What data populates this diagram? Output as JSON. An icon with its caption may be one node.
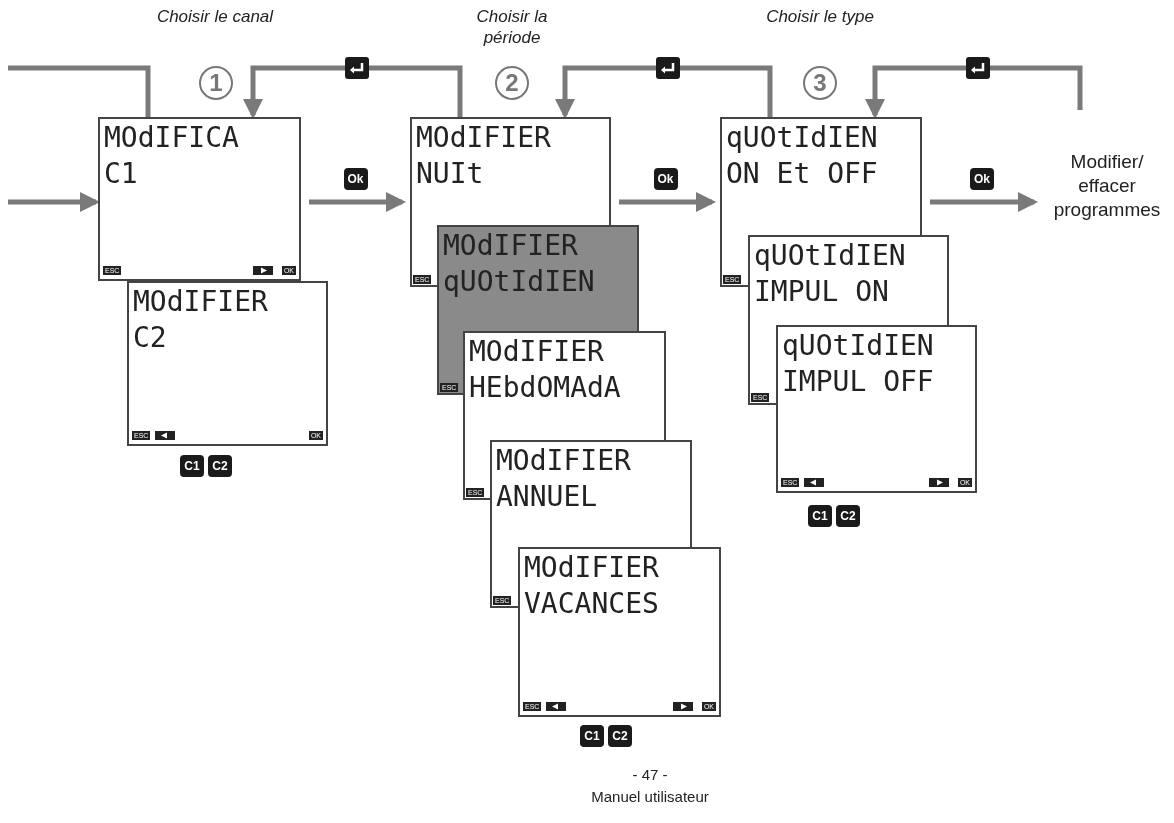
{
  "diagram": {
    "nodes": [
      {
        "text": [
          "MOdIFICA",
          "C1",
          "ESC",
          "OK"
        ]
      },
      {
        "text": [
          "MOdIFIER",
          "C2",
          "ESC",
          "OK"
        ]
      },
      {
        "text": [
          "MOdIFIER",
          "NUIt"
        ]
      },
      {
        "text": [
          "MOdIFIER",
          "qUOtIdIEN"
        ]
      },
      {
        "text": [
          "MOdIFIER",
          "HEbdOMAdA"
        ]
      },
      {
        "text": [
          "MOdIFIER",
          "ANNUEL"
        ]
      },
      {
        "text": [
          "MOdIFIER",
          "VACANCES",
          "ESC",
          "OK"
        ]
      },
      {
        "text": [
          "qUOtIdIEN",
          "ON Et OFF"
        ]
      },
      {
        "text": [
          "qUOtIdIEN",
          "IMPUL ON"
        ]
      },
      {
        "text": [
          "qUOtIdIEN",
          "IMPUL OFF",
          "ESC",
          "OK"
        ]
      },
      {
        "text": [
          "Modifier/ effacer programmes"
        ]
      }
    ],
    "edges": [
      {
        "from": null,
        "to": 0,
        "arrow": "to"
      },
      {
        "from": 0,
        "to": null,
        "arrow": "none"
      },
      {
        "from": 0,
        "to": 2,
        "arrow": "to",
        "label": "Ok"
      },
      {
        "from": 2,
        "to": 0,
        "arrow": "to"
      },
      {
        "from": 2,
        "to": 7,
        "arrow": "to",
        "label": "Ok"
      },
      {
        "from": 7,
        "to": 2,
        "arrow": "to"
      },
      {
        "from": 7,
        "to": 10,
        "arrow": "to",
        "label": "Ok"
      },
      {
        "from": 10,
        "to": 7,
        "arrow": "to"
      }
    ],
    "labels": [
      "Choisir le canal",
      "1",
      "Choisir la période",
      "2",
      "Choisir le type",
      "3",
      "ESC",
      "ESC",
      "ESC",
      "ESC",
      "C1",
      "C2",
      "ESC",
      "C1",
      "C2",
      "ESC",
      "C1",
      "C2",
      "- 47 -",
      "Manuel utilisateur"
    ]
  }
}
